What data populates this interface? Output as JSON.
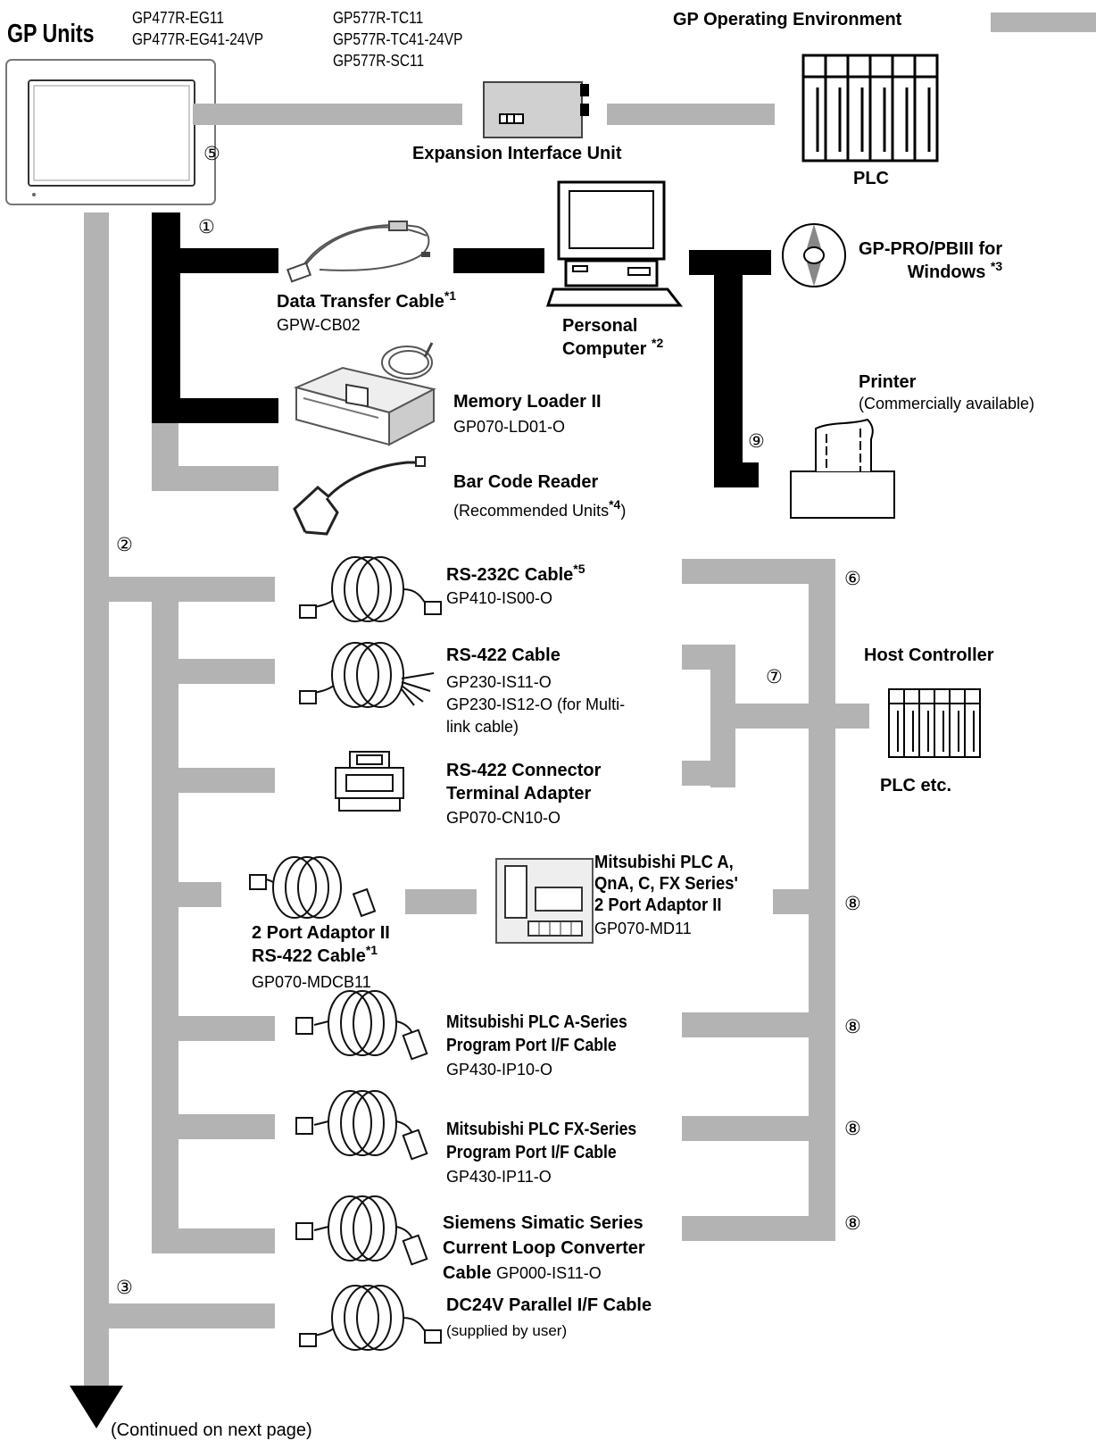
{
  "header": {
    "title": "GP Units",
    "models_col1": [
      "GP477R-EG11",
      "GP477R-EG41-24VP"
    ],
    "models_col2": [
      "GP577R-TC11",
      "GP577R-TC41-24VP",
      "GP577R-SC11"
    ],
    "environment_title": "GP Operating Environment"
  },
  "markers": {
    "m1": "①",
    "m2": "②",
    "m3": "③",
    "m5": "⑤",
    "m6": "⑥",
    "m7": "⑦",
    "m8a": "⑧",
    "m8b": "⑧",
    "m8c": "⑧",
    "m8d": "⑧",
    "m9": "⑨"
  },
  "top": {
    "expansion_unit": "Expansion Interface Unit",
    "plc": "PLC"
  },
  "pc_section": {
    "data_transfer_cable": "Data Transfer Cable",
    "data_transfer_note": "*1",
    "data_transfer_model": "GPW-CB02",
    "pc_line1": "Personal",
    "pc_line2": "Computer",
    "pc_note": "*2",
    "software_line1": "GP-PRO/PBIII for",
    "software_line2": "Windows",
    "software_note": "*3",
    "printer": "Printer",
    "printer_note": "(Commercially available)",
    "memory_loader": "Memory Loader II",
    "memory_loader_model": "GP070-LD01-O",
    "barcode": "Bar Code Reader",
    "barcode_note_pre": "(Recommended Units",
    "barcode_note_ref": "*4",
    "barcode_note_post": ")"
  },
  "cables": {
    "rs232c": "RS-232C Cable",
    "rs232c_note": "*5",
    "rs232c_model": "GP410-IS00-O",
    "rs422": "RS-422 Cable",
    "rs422_model1": "GP230-IS11-O",
    "rs422_model2a": "GP230-IS12-O (for Multi-",
    "rs422_model2b": "link cable)",
    "adapter_line1": "RS-422 Connector",
    "adapter_line2": "Terminal Adapter",
    "adapter_model": "GP070-CN10-O",
    "mitsu_adaptor_line1": "Mitsubishi PLC A,",
    "mitsu_adaptor_line2": "QnA, C, FX Series'",
    "mitsu_adaptor_line3": "2 Port Adaptor II",
    "mitsu_adaptor_model": "GP070-MD11",
    "port_cable_line1": "2 Port Adaptor II",
    "port_cable_line2": "RS-422 Cable",
    "port_cable_note": "*1",
    "port_cable_model": "GP070-MDCB11",
    "a_series_line1": "Mitsubishi PLC A-Series",
    "a_series_line2": "Program Port I/F Cable",
    "a_series_model": "GP430-IP10-O",
    "fx_series_line1": "Mitsubishi PLC FX-Series",
    "fx_series_line2": "Program Port I/F Cable",
    "fx_series_model": "GP430-IP11-O",
    "siemens_line1": "Siemens Simatic Series",
    "siemens_line2": "Current Loop Converter",
    "siemens_line3": "Cable",
    "siemens_model": "GP000-IS11-O",
    "dc24v": "DC24V  Parallel I/F Cable",
    "dc24v_note": "(supplied by user)"
  },
  "host": {
    "title": "Host Controller",
    "caption": "PLC etc."
  },
  "footer": {
    "continued": "(Continued on next page)"
  }
}
